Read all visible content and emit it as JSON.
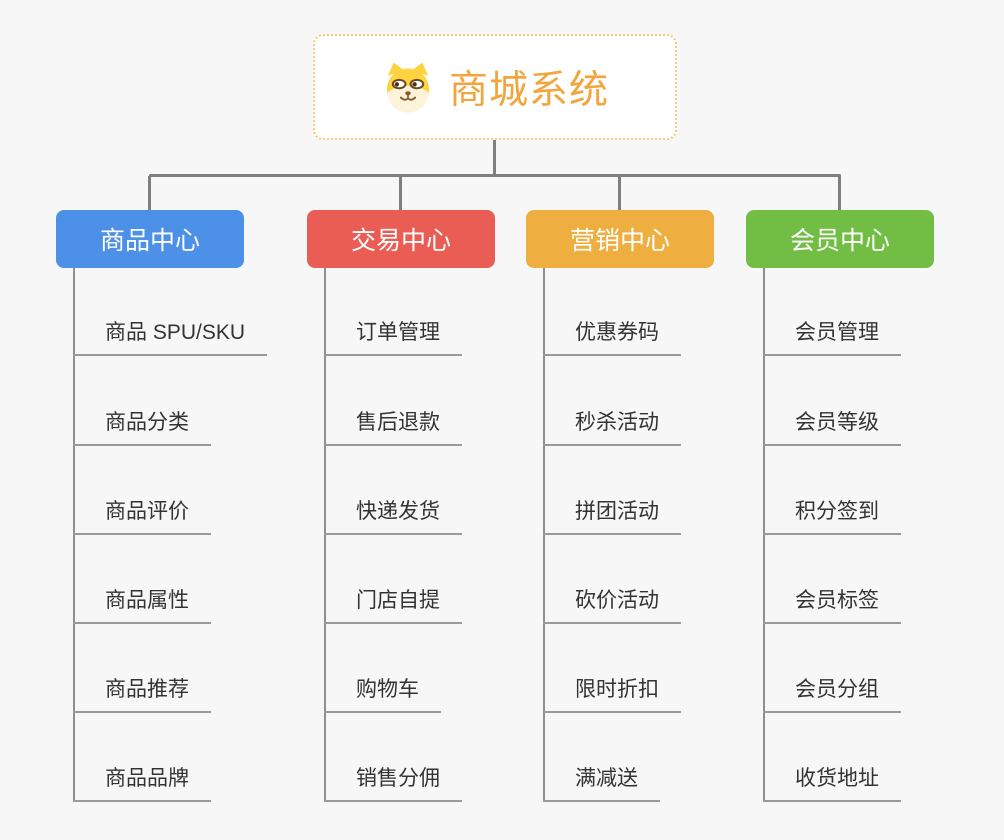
{
  "root": {
    "label": "商城系统",
    "icon": "dog-face-icon"
  },
  "branches": [
    {
      "label": "商品中心",
      "color": "#4d90e7",
      "children": [
        "商品 SPU/SKU",
        "商品分类",
        "商品评价",
        "商品属性",
        "商品推荐",
        "商品品牌"
      ]
    },
    {
      "label": "交易中心",
      "color": "#e95d55",
      "children": [
        "订单管理",
        "售后退款",
        "快递发货",
        "门店自提",
        "购物车",
        "销售分佣"
      ]
    },
    {
      "label": "营销中心",
      "color": "#efae40",
      "children": [
        "优惠券码",
        "秒杀活动",
        "拼团活动",
        "砍价活动",
        "限时折扣",
        "满减送"
      ]
    },
    {
      "label": "会员中心",
      "color": "#72be44",
      "children": [
        "会员管理",
        "会员等级",
        "积分签到",
        "会员标签",
        "会员分组",
        "收货地址"
      ]
    }
  ],
  "palette": {
    "background": "#f7f7f7",
    "connector": "#7f7f7f",
    "underline": "#9a9a9a",
    "item_text": "#333333",
    "root_text": "#f1a53c",
    "root_border": "#f6c87c"
  }
}
